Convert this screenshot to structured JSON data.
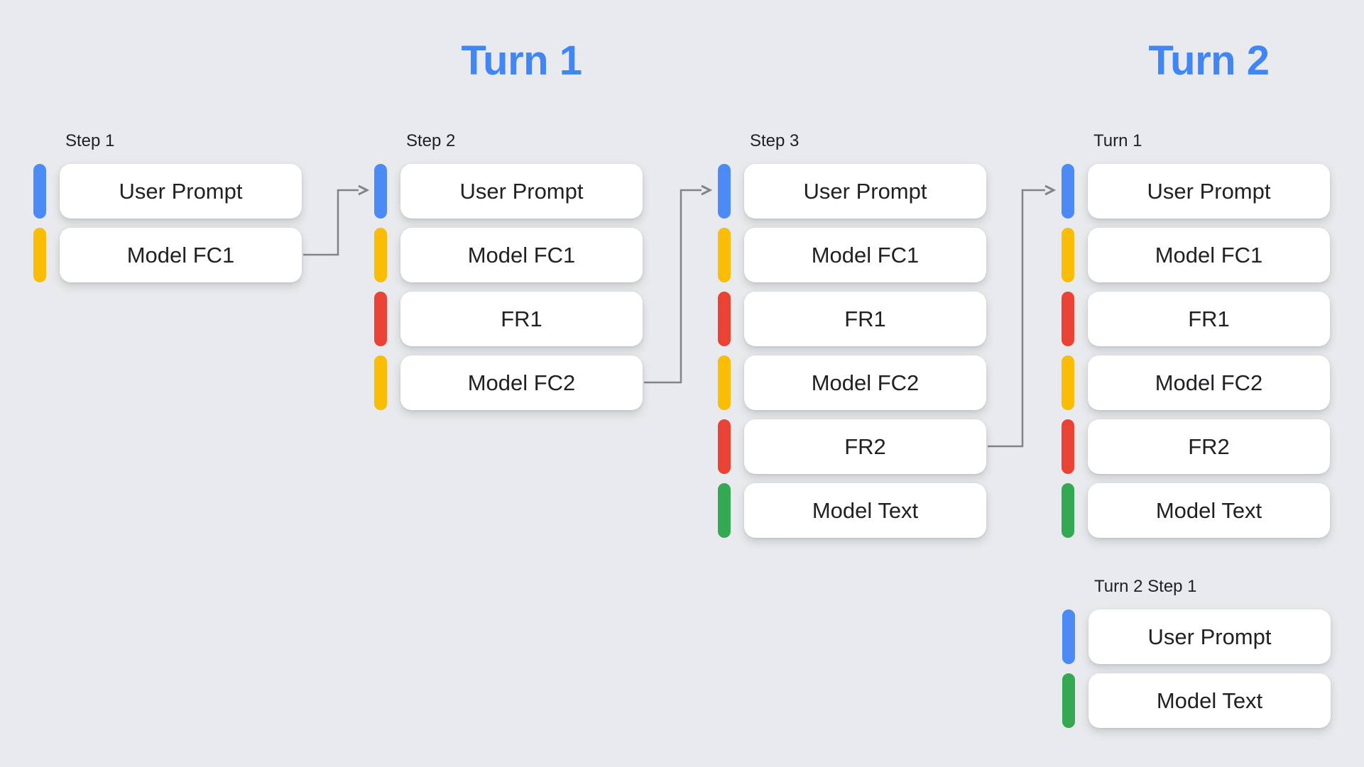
{
  "headings": {
    "turn1": "Turn 1",
    "turn2": "Turn 2"
  },
  "colors": {
    "background": "#e8eaed",
    "heading_blue": "#4285f4",
    "bar_blue": "#4c8bf5",
    "bar_yellow": "#fbbc04",
    "bar_red": "#ea4335",
    "bar_green": "#34a853",
    "box_white": "#ffffff",
    "text_dark": "#202124",
    "arrow_gray": "#7f8489"
  },
  "columns": [
    {
      "label": "Step 1",
      "items": [
        {
          "text": "User Prompt",
          "color": "bar_blue"
        },
        {
          "text": "Model FC1",
          "color": "bar_yellow"
        }
      ]
    },
    {
      "label": "Step 2",
      "items": [
        {
          "text": "User Prompt",
          "color": "bar_blue"
        },
        {
          "text": "Model FC1",
          "color": "bar_yellow"
        },
        {
          "text": "FR1",
          "color": "bar_red"
        },
        {
          "text": "Model FC2",
          "color": "bar_yellow"
        }
      ]
    },
    {
      "label": "Step 3",
      "items": [
        {
          "text": "User Prompt",
          "color": "bar_blue"
        },
        {
          "text": "Model FC1",
          "color": "bar_yellow"
        },
        {
          "text": "FR1",
          "color": "bar_red"
        },
        {
          "text": "Model FC2",
          "color": "bar_yellow"
        },
        {
          "text": "FR2",
          "color": "bar_red"
        },
        {
          "text": "Model Text",
          "color": "bar_green"
        }
      ]
    },
    {
      "label": "Turn 1",
      "items": [
        {
          "text": "User Prompt",
          "color": "bar_blue"
        },
        {
          "text": "Model FC1",
          "color": "bar_yellow"
        },
        {
          "text": "FR1",
          "color": "bar_red"
        },
        {
          "text": "Model FC2",
          "color": "bar_yellow"
        },
        {
          "text": "FR2",
          "color": "bar_red"
        },
        {
          "text": "Model Text",
          "color": "bar_green"
        }
      ]
    },
    {
      "label": "Turn 2 Step 1",
      "items": [
        {
          "text": "User Prompt",
          "color": "bar_blue"
        },
        {
          "text": "Model Text",
          "color": "bar_green"
        }
      ]
    }
  ],
  "arrows": [
    {
      "from": "Step 1 / Model FC1",
      "to": "Step 2 / User Prompt"
    },
    {
      "from": "Step 2 / Model FC2",
      "to": "Step 3 / User Prompt"
    },
    {
      "from": "Step 3 / FR2",
      "to": "Turn 1 / User Prompt"
    }
  ]
}
